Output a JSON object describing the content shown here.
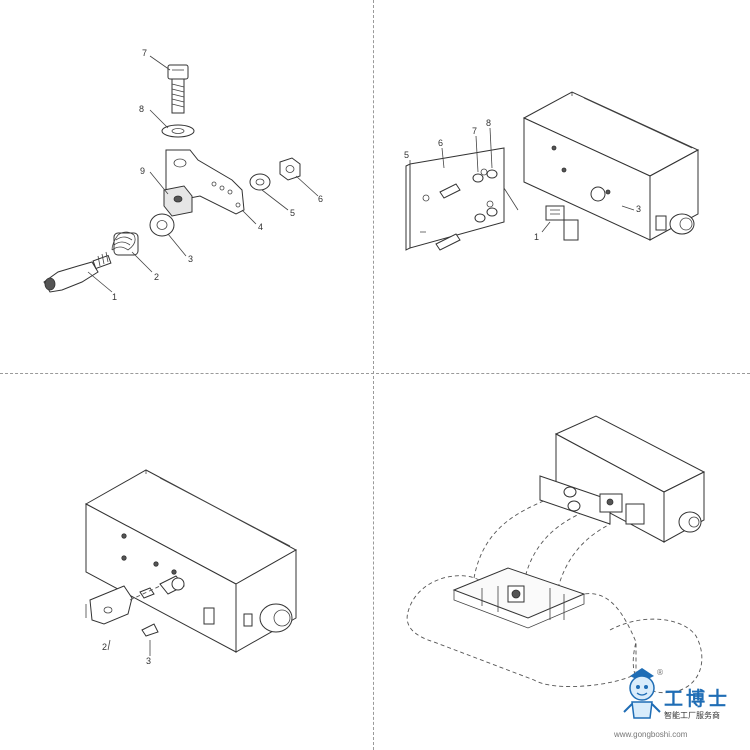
{
  "panels": {
    "top_left": {
      "labels": [
        "1",
        "2",
        "3",
        "4",
        "5",
        "6",
        "7",
        "8",
        "9"
      ]
    },
    "top_right": {
      "labels": [
        "5",
        "6",
        "7",
        "8",
        "3",
        "1"
      ]
    },
    "bottom_left": {
      "labels": [
        "2",
        "3"
      ]
    },
    "bottom_right": {
      "labels": []
    }
  },
  "watermark": {
    "title": "工博士",
    "subtitle": "智能工厂服务商",
    "url": "www.gongboshi.com",
    "registered": "®"
  },
  "colors": {
    "line": "#333333",
    "divider": "#9a9a9a",
    "brand_blue": "#1f6db5"
  }
}
